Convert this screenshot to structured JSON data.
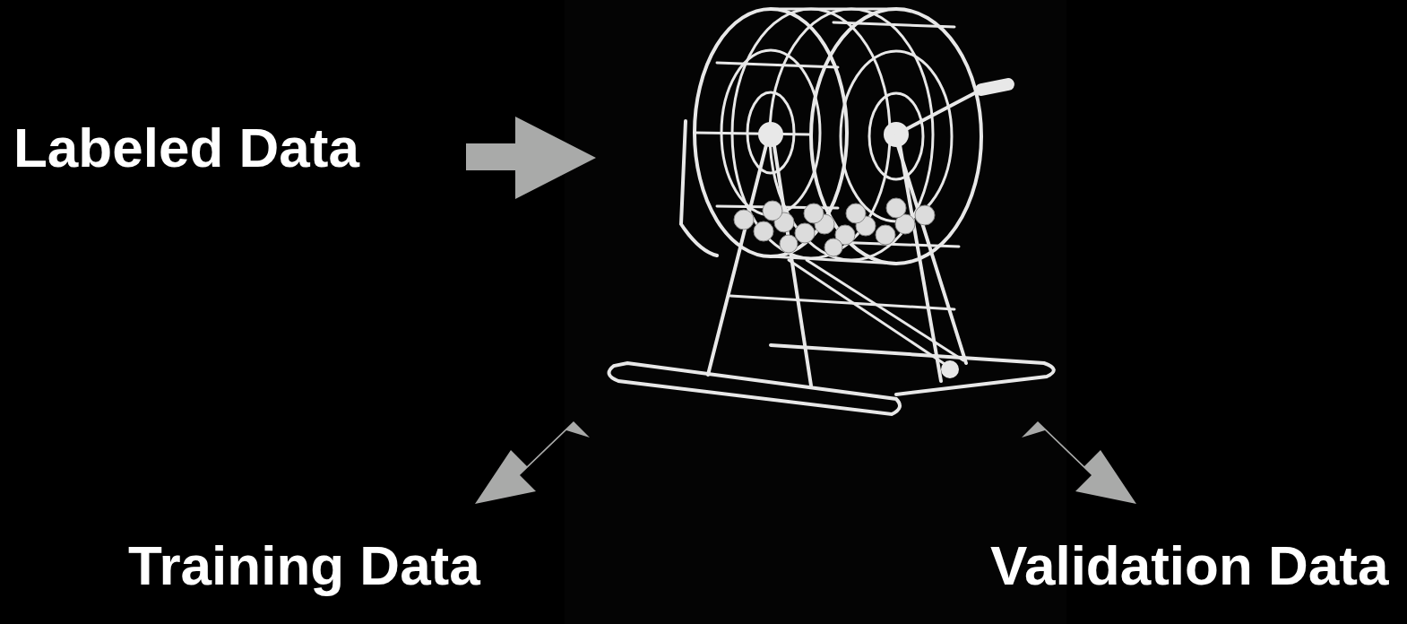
{
  "diagram": {
    "labels": [
      "Labeled Data",
      "Training Data",
      "Validation Data"
    ]
  }
}
